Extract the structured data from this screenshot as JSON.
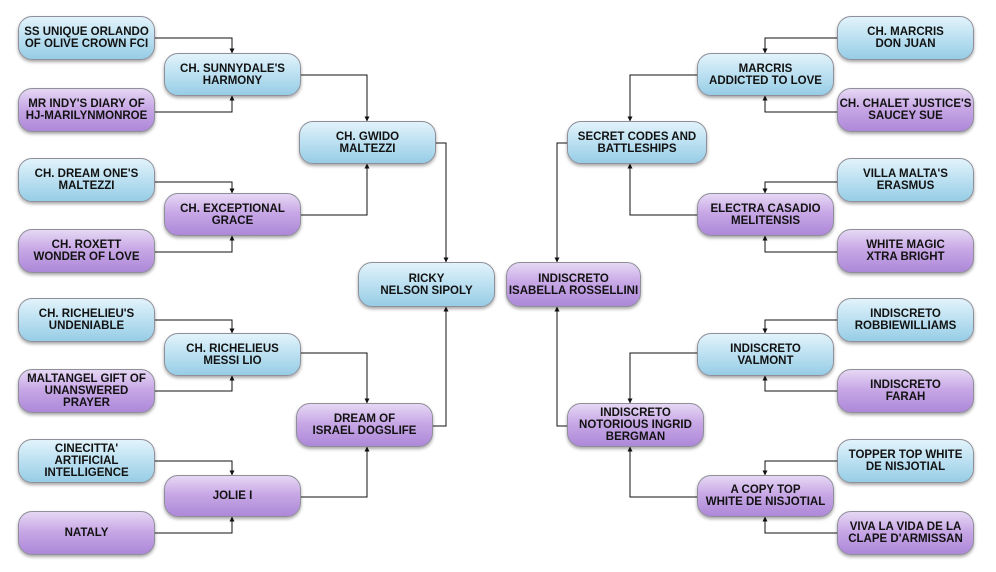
{
  "colors": {
    "male": "#a9d6ec",
    "female": "#bb98df",
    "line": "#111111"
  },
  "left": {
    "sire": "RICKY\nNELSON SIPOLY",
    "paternal_grandsire": "CH. GWIDO\nMALTEZZI",
    "paternal_granddam": "DREAM OF\nISRAEL DOGSLIFE",
    "ggs1": "CH. SUNNYDALE'S\nHARMONY",
    "ggd1": "CH. EXCEPTIONAL\nGRACE",
    "ggs2": "CH. RICHELIEUS\nMESSI LIO",
    "ggd2": "JOLIE I",
    "gen4": [
      "SS UNIQUE ORLANDO\nOF OLIVE CROWN FCI",
      "MR INDY'S DIARY OF\nHJ-MARILYNMONROE",
      "CH. DREAM ONE'S\nMALTEZZI",
      "CH. ROXETT\nWONDER OF LOVE",
      "CH. RICHELIEU'S\nUNDENIABLE",
      "MALTANGEL GIFT OF\nUNANSWERED\nPRAYER",
      "CINECITTA'\nARTIFICIAL\nINTELLIGENCE",
      "NATALY"
    ]
  },
  "right": {
    "dam": "INDISCRETO\nISABELLA ROSSELLINI",
    "maternal_grandsire": "SECRET CODES AND\nBATTLESHIPS",
    "maternal_granddam": "INDISCRETO\nNOTORIOUS INGRID\nBERGMAN",
    "ggs1": "MARCRIS\nADDICTED TO LOVE",
    "ggd1": "ELECTRA CASADIO\nMELITENSIS",
    "ggs2": "INDISCRETO\nVALMONT",
    "ggd2": "A COPY TOP\nWHITE DE NISJOTIAL",
    "gen4": [
      "CH. MARCRIS\nDON JUAN",
      "CH. CHALET JUSTICE'S\nSAUCEY SUE",
      "VILLA MALTA'S\nERASMUS",
      "WHITE MAGIC\nXTRA BRIGHT",
      "INDISCRETO\nROBBIEWILLIAMS",
      "INDISCRETO\nFARAH",
      "TOPPER TOP WHITE\nDE NISJOTIAL",
      "VIVA LA VIDA DE LA\nCLAPE D'ARMISSAN"
    ]
  }
}
